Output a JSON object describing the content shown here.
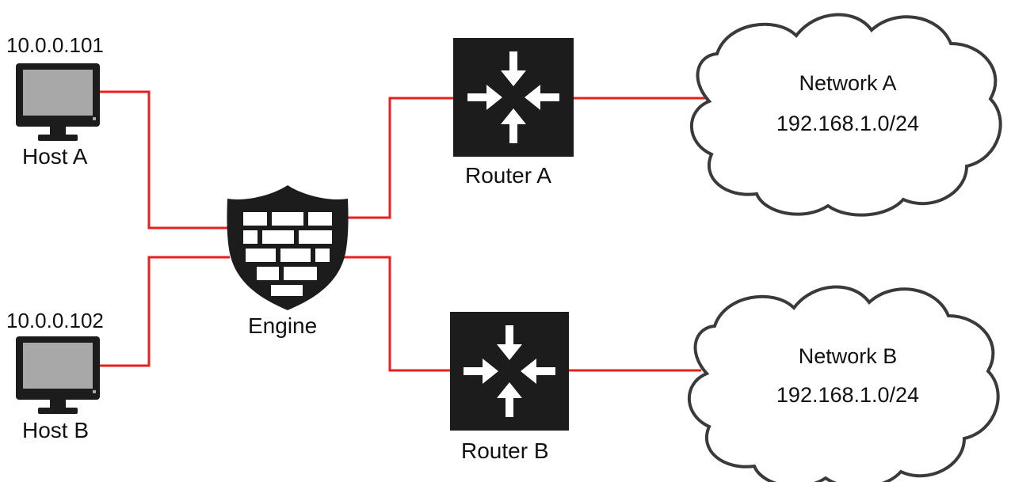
{
  "colors": {
    "link": "#e81f1f",
    "device": "#1c1c1c",
    "screen": "#a8a8a8",
    "cloud_stroke": "#3a3a3a"
  },
  "hosts": [
    {
      "ip": "10.0.0.101",
      "name": "Host A",
      "icon": "monitor-icon"
    },
    {
      "ip": "10.0.0.102",
      "name": "Host B",
      "icon": "monitor-icon"
    }
  ],
  "engine": {
    "name": "Engine",
    "icon": "firewall-shield-icon"
  },
  "routers": [
    {
      "name": "Router A",
      "icon": "router-icon"
    },
    {
      "name": "Router B",
      "icon": "router-icon"
    }
  ],
  "networks": [
    {
      "name": "Network A",
      "subnet": "192.168.1.0/24",
      "icon": "cloud-icon"
    },
    {
      "name": "Network B",
      "subnet": "192.168.1.0/24",
      "icon": "cloud-icon"
    }
  ]
}
